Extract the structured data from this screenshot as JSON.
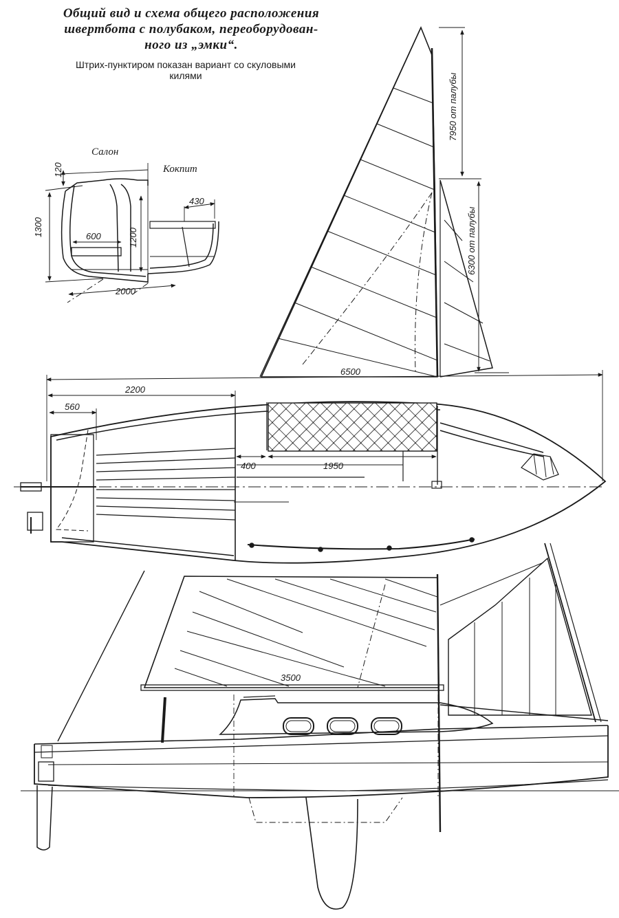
{
  "caption": {
    "title_lines": [
      "Общий вид и схема общего расположения",
      "швертбота с полубаком, переоборудован-",
      "ного из „эмки“."
    ],
    "subtitle_lines": [
      "Штрих-пунктиром показан вариант со скуловыми",
      "килями"
    ]
  },
  "section_view": {
    "label_salon": "Салон",
    "label_cockpit": "Кокпит",
    "dims": {
      "height_total": "1300",
      "top": "120",
      "berth_width": "600",
      "cabin_height": "1200",
      "cockpit_width": "430",
      "base_width": "2000"
    }
  },
  "sail_view": {
    "dim_mast_above_deck": "7950 от палубы",
    "dim_jib_hoist": "6300 от палубы",
    "dim_boom": "6500"
  },
  "plan_view": {
    "dim_2200": "2200",
    "dim_560": "560",
    "dim_400": "400",
    "dim_1950": "1950"
  },
  "profile_view": {
    "dim_boom": "3500"
  },
  "colors": {
    "ink": "#1a1a1a",
    "paper": "#ffffff"
  }
}
